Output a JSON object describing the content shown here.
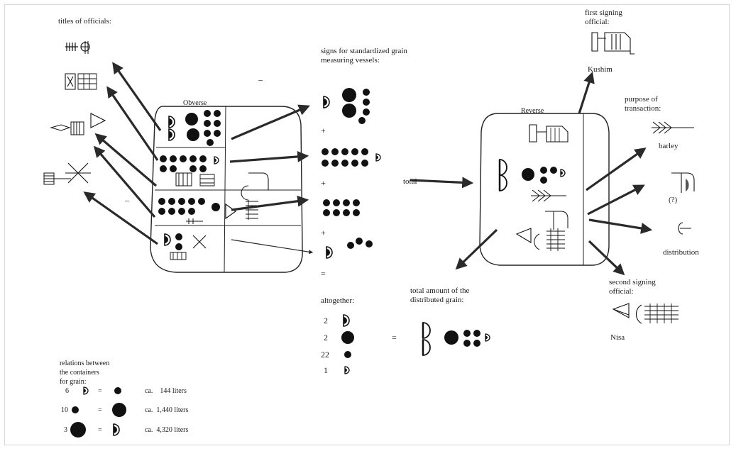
{
  "labels": {
    "titles_of_officials": "titles of officials:",
    "signs_for_vessels": "signs for standardized grain\nmeasuring vessels:",
    "first_signing_official": "first signing\nofficial:",
    "kushim": "Kushim",
    "obverse": "Obverse",
    "reverse": "Reverse",
    "purpose_of_transaction": "purpose of\ntransaction:",
    "barley": "barley",
    "unknown": "(?)",
    "distribution": "distribution",
    "total": "total",
    "plus": "+",
    "equals": "=",
    "altogether": "altogether:",
    "total_amount": "total amount of the\ndistributed grain:",
    "second_signing_official": "second signing\nofficial:",
    "nisa": "Nisa",
    "dash": "–"
  },
  "altogether_counts": [
    "2",
    "2",
    "22",
    "1"
  ],
  "relations": {
    "title": "relations between\nthe containers\nfor grain:",
    "rows": [
      {
        "count": "6",
        "equals": "=",
        "value": "ca.    144 liters"
      },
      {
        "count": "10",
        "equals": "=",
        "value": "ca.  1,440 liters"
      },
      {
        "count": "3",
        "equals": "=",
        "value": "ca.  4,320 liters"
      }
    ]
  }
}
